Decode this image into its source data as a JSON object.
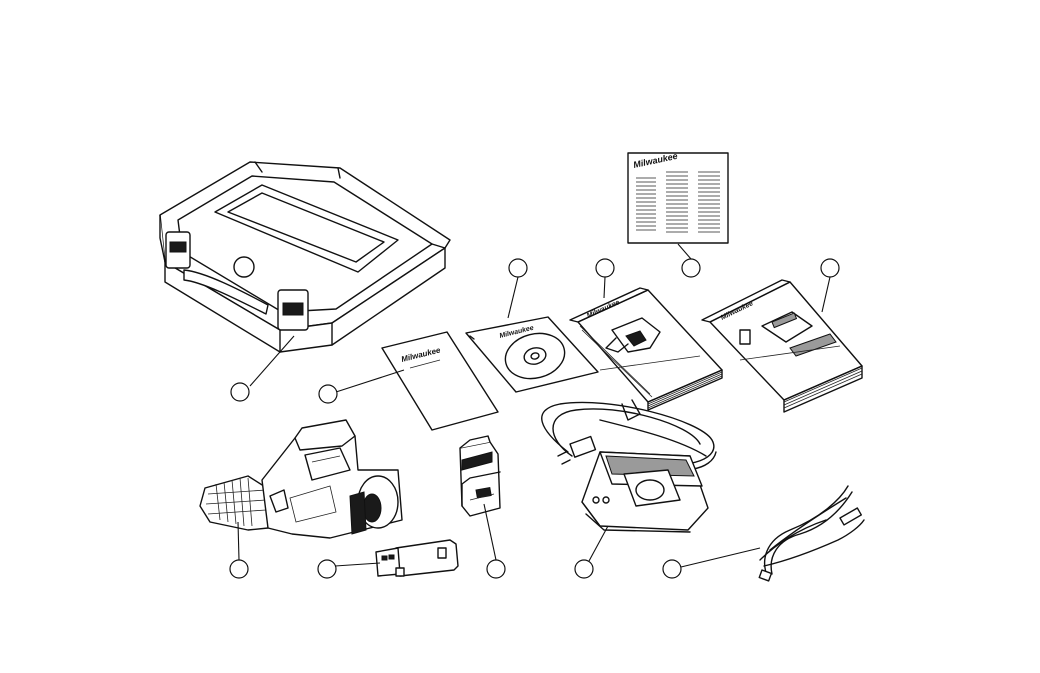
{
  "brand": {
    "logo_text": "Milwaukee",
    "accent_color": "#c8102e"
  },
  "callouts_visible_text": "",
  "components": [
    {
      "id": "carrying-case"
    },
    {
      "id": "quick-start-sheet"
    },
    {
      "id": "software-cd"
    },
    {
      "id": "operator-manual"
    },
    {
      "id": "warnings-insert"
    },
    {
      "id": "battery-manual"
    },
    {
      "id": "thermal-imager"
    },
    {
      "id": "usb-drive"
    },
    {
      "id": "battery-pack"
    },
    {
      "id": "charger"
    },
    {
      "id": "usb-cable"
    }
  ]
}
